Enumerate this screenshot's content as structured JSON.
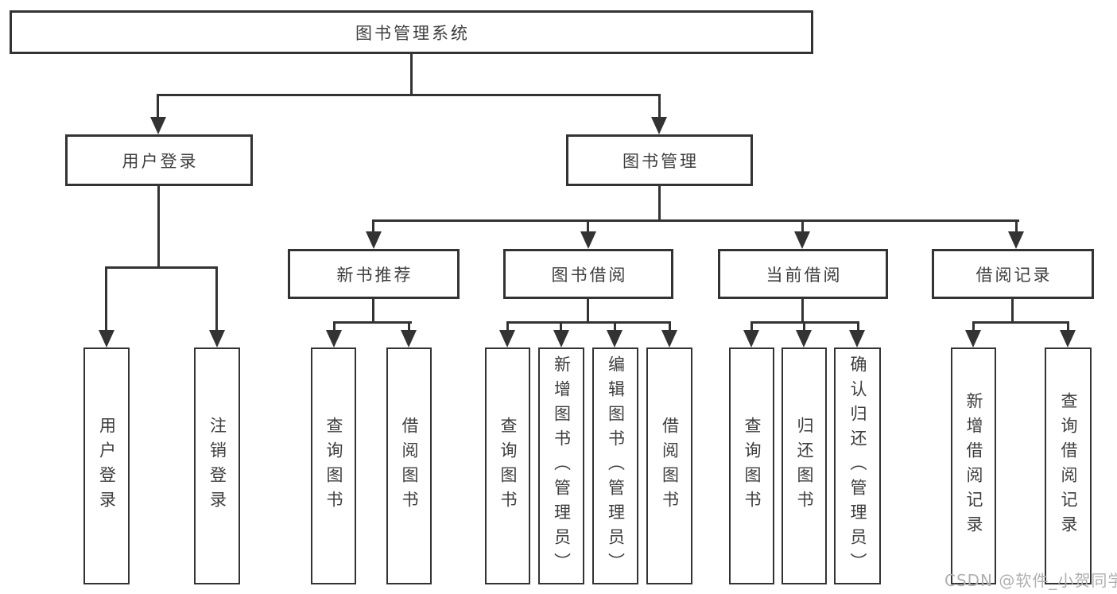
{
  "watermark": "CSDN @软件_小贺同学",
  "colors": {
    "line": "#333333",
    "box_border": "#333333",
    "text": "#3d3d3d",
    "watermark": "#b0b0b0",
    "background": "#ffffff"
  },
  "tree": {
    "label": "图书管理系统",
    "children": [
      {
        "label": "用户登录",
        "children": [
          {
            "label": "用户登录"
          },
          {
            "label": "注销登录"
          }
        ]
      },
      {
        "label": "图书管理",
        "children": [
          {
            "label": "新书推荐",
            "children": [
              {
                "label": "查询图书"
              },
              {
                "label": "借阅图书"
              }
            ]
          },
          {
            "label": "图书借阅",
            "children": [
              {
                "label": "查询图书"
              },
              {
                "label": "新增图书（管理员）"
              },
              {
                "label": "编辑图书（管理员）"
              },
              {
                "label": "借阅图书"
              }
            ]
          },
          {
            "label": "当前借阅",
            "children": [
              {
                "label": "查询图书"
              },
              {
                "label": "归还图书"
              },
              {
                "label": "确认归还（管理员）"
              }
            ]
          },
          {
            "label": "借阅记录",
            "children": [
              {
                "label": "新增借阅记录"
              },
              {
                "label": "查询借阅记录"
              }
            ]
          }
        ]
      }
    ]
  }
}
